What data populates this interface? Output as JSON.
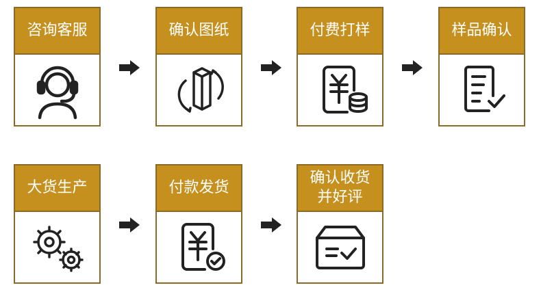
{
  "flow": {
    "steps": [
      {
        "title": "咨询客服",
        "icon": "customer-service-headset-icon"
      },
      {
        "title": "确认图纸",
        "icon": "rotating-box-drawing-icon"
      },
      {
        "title": "付费打样",
        "icon": "yuan-bill-coins-icon"
      },
      {
        "title": "样品确认",
        "icon": "document-checkmark-icon"
      },
      {
        "title": "大货生产",
        "icon": "gears-icon"
      },
      {
        "title": "付款发货",
        "icon": "yuan-bill-check-icon"
      },
      {
        "title_line1": "确认收货",
        "title_line2": "并好评",
        "icon": "package-box-check-icon"
      }
    ],
    "colors": {
      "header": "#c5901e",
      "border": "#8a6a26",
      "icon": "#222222",
      "arrow": "#222222"
    }
  }
}
